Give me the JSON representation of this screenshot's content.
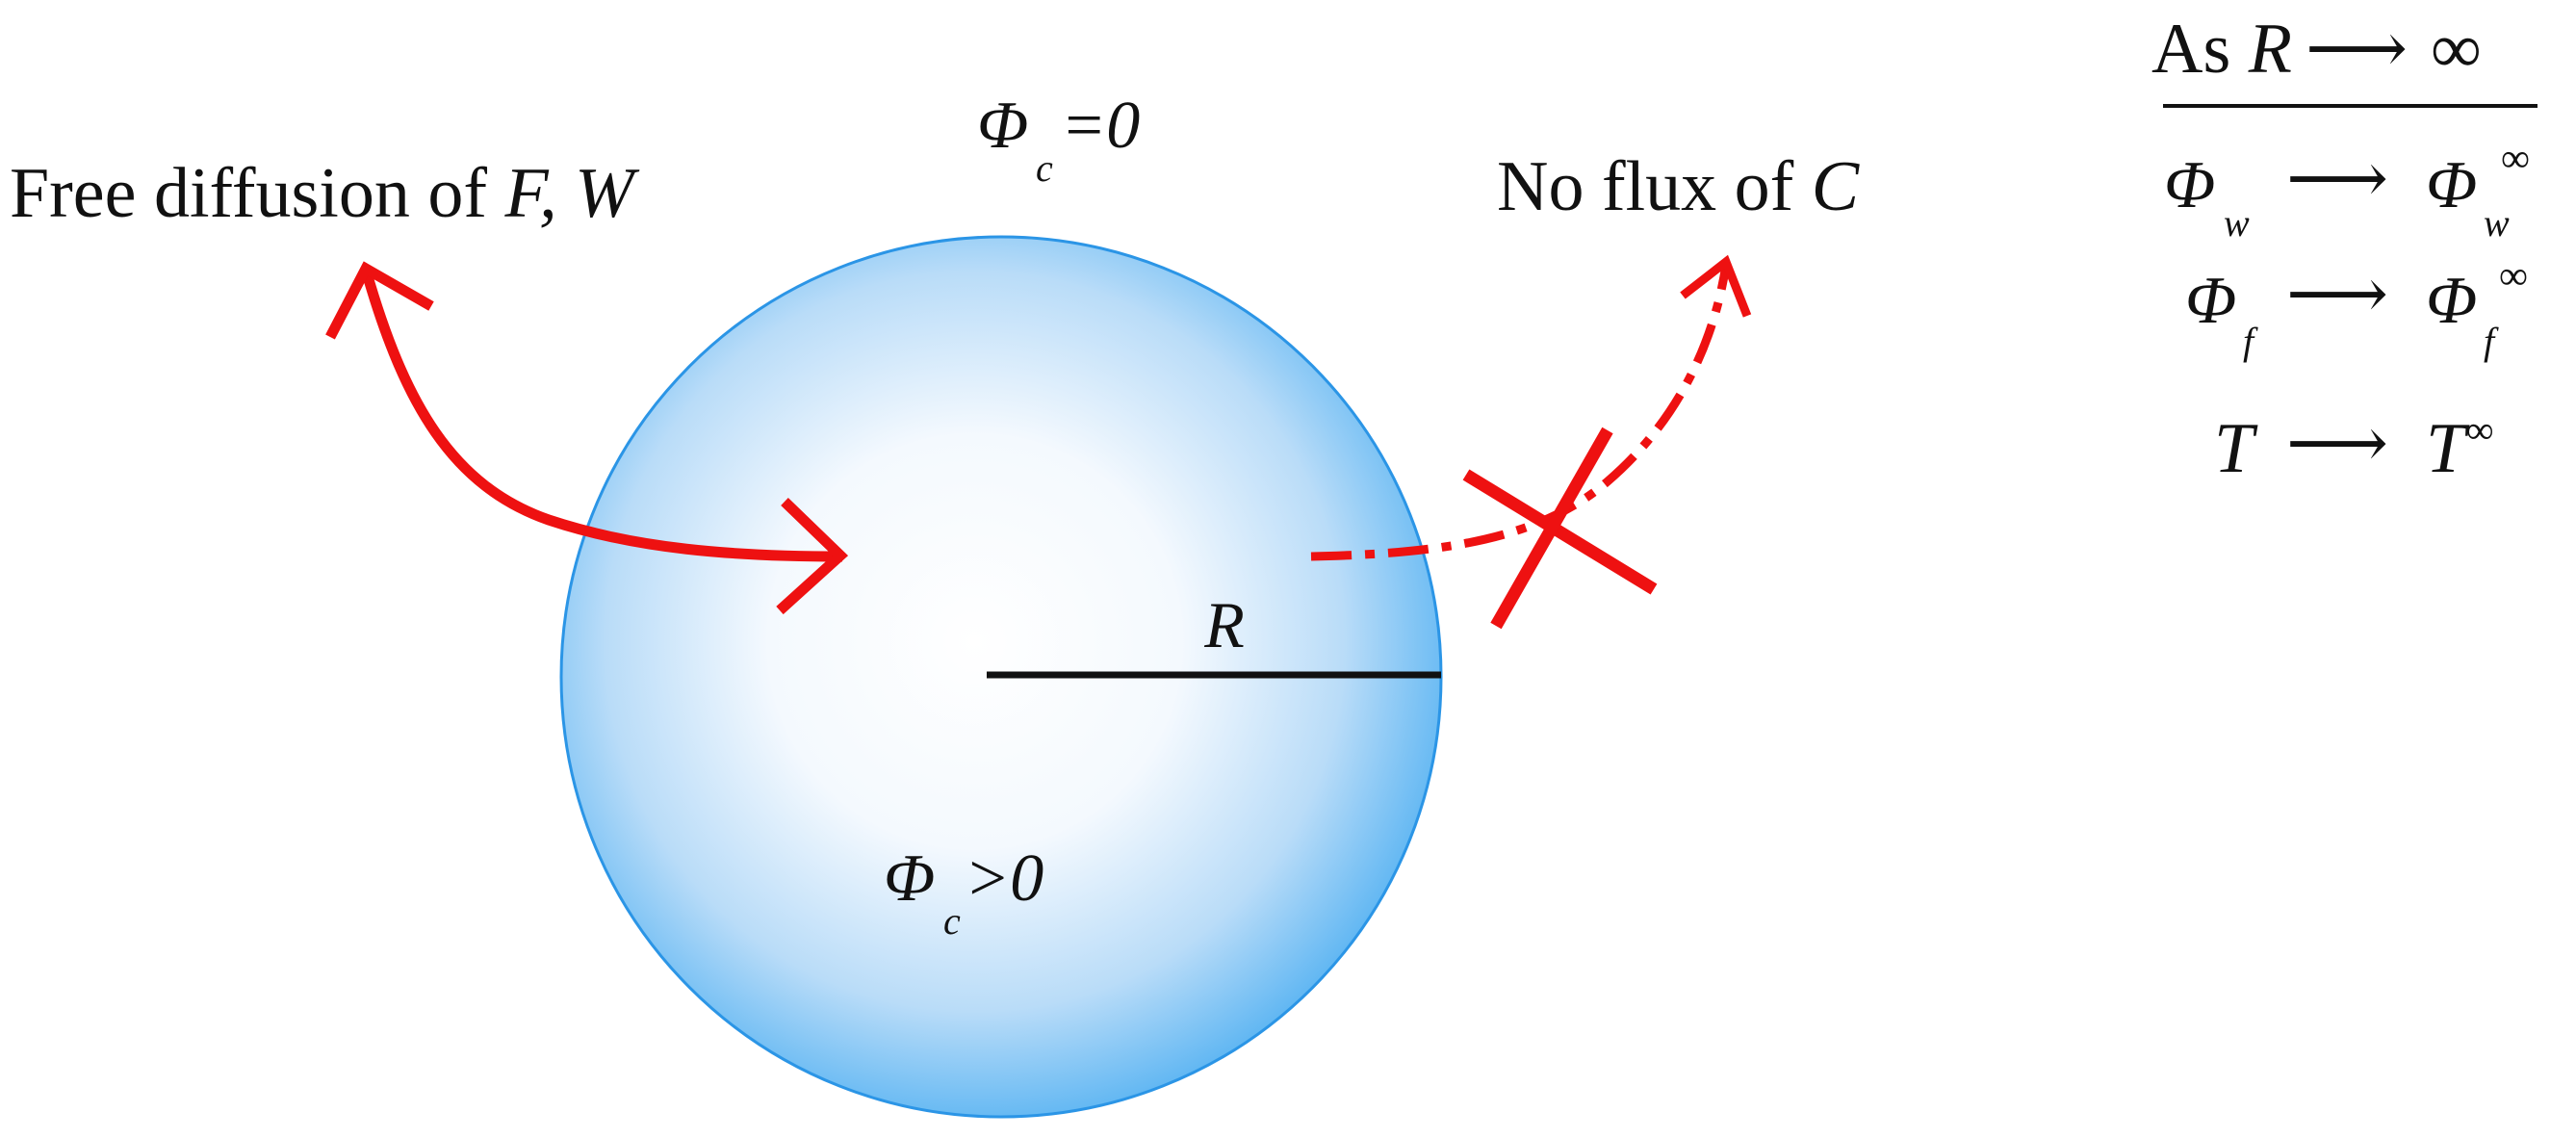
{
  "colors": {
    "sphere_edge": "#2b95e6",
    "sphere_center": "#ffffff",
    "sphere_rim": "#5ab4f2",
    "arrow": "#ee1111",
    "radius_line": "#111111"
  },
  "labels": {
    "free_diffusion_prefix": "Free diffusion of ",
    "free_diffusion_vars": "F, W",
    "no_flux_prefix": "No flux of ",
    "no_flux_var": "C",
    "phi_symbol": "Φ",
    "outside_sub": "c",
    "outside_rel": "=0",
    "inside_sub": "c",
    "inside_rel": ">0",
    "radius": "R"
  },
  "limits": {
    "header_prefix": "As ",
    "header_var": "R",
    "header_arrow": "⟶",
    "header_target": "∞",
    "rows": [
      {
        "lhs": "Φ",
        "lhs_sub": "w",
        "arrow": "⟶",
        "rhs": "Φ",
        "rhs_sub": "w",
        "rhs_sup": "∞"
      },
      {
        "lhs": "Φ",
        "lhs_sub": "f",
        "arrow": "⟶",
        "rhs": "Φ",
        "rhs_sub": "f",
        "rhs_sup": "∞"
      },
      {
        "lhs": "T",
        "lhs_sub": "",
        "arrow": "⟶",
        "rhs": "T",
        "rhs_sub": "",
        "rhs_sup": "∞"
      }
    ]
  }
}
